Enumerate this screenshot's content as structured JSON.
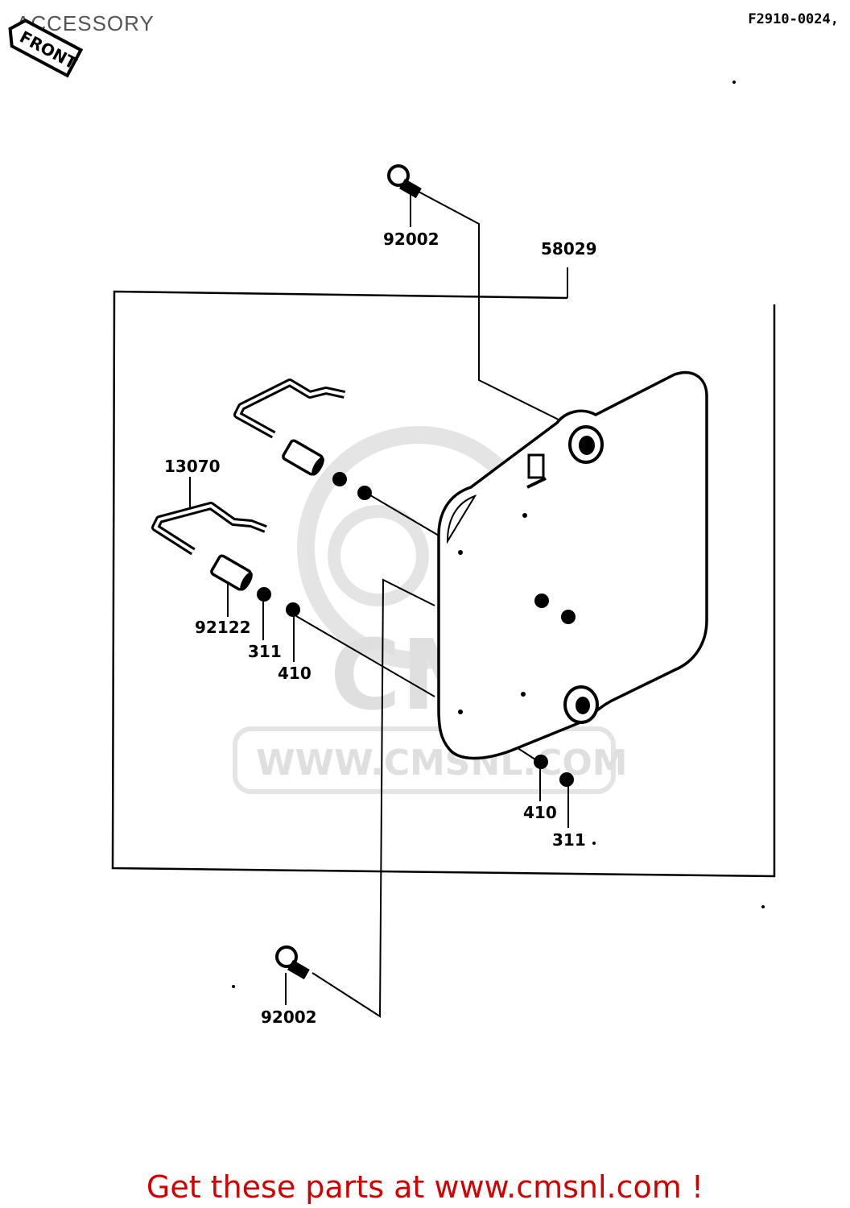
{
  "header": {
    "title": "ACCESSORY",
    "figure_code": "F2910-0024,"
  },
  "front_badge": "FRONT",
  "watermark": {
    "logo_letters": "CMS",
    "url": "WWW.CMSNL.COM"
  },
  "part_labels": {
    "bolt_top": "92002",
    "plate": "58029",
    "bracket": "13070",
    "collar": "92122",
    "nut_left": "311",
    "washer_left": "410",
    "washer_right": "410",
    "nut_right": "311",
    "bolt_bottom": "92002"
  },
  "footer": {
    "link_text": "Get these parts at www.cmsnl.com !",
    "link_color": "#d40000"
  }
}
